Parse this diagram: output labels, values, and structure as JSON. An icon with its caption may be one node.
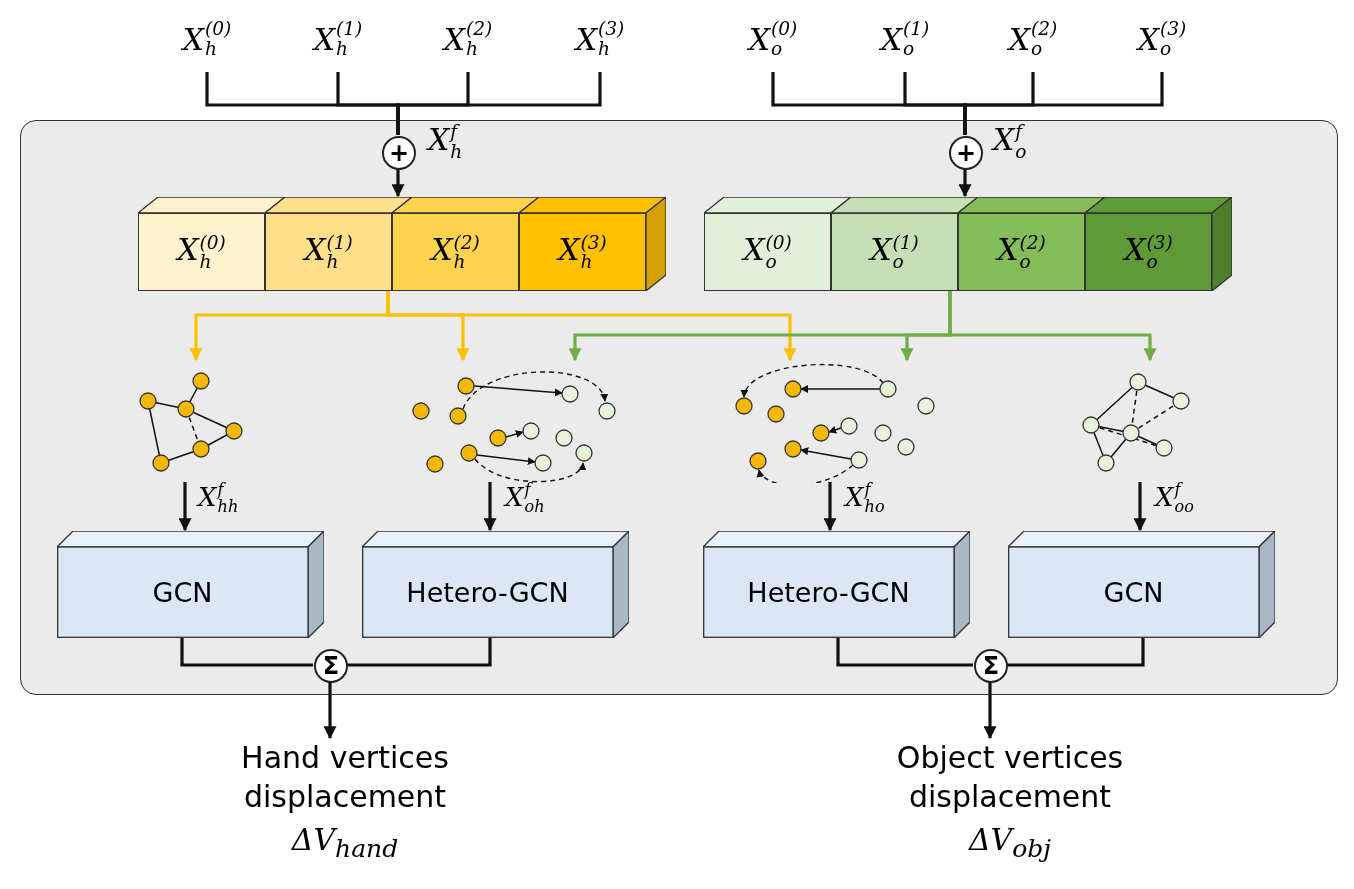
{
  "diagram": {
    "nodes": [
      {
        "text": [],
        "shape": "box"
      },
      {
        "text": [
          "X$_{h}$$^{(0)}$"
        ]
      },
      {
        "text": [
          "X$_{h}$$^{(1)}$"
        ]
      },
      {
        "text": [
          "X$_{h}$$^{(2)}$"
        ]
      },
      {
        "text": [
          "X$_{h}$$^{(3)}$"
        ]
      },
      {
        "text": [
          "X$_{o}$$^{(0)}$"
        ]
      },
      {
        "text": [
          "X$_{o}$$^{(1)}$"
        ]
      },
      {
        "text": [
          "X$_{o}$$^{(2)}$"
        ]
      },
      {
        "text": [
          "X$_{o}$$^{(3)}$"
        ]
      },
      {
        "text": [
          "+"
        ],
        "in": 0,
        "beside": [
          "X$_{h}$$^{f}$"
        ]
      },
      {
        "text": [
          "+"
        ],
        "in": 0,
        "beside": [
          "X$_{o}$$^{f}$"
        ]
      },
      {
        "text": [],
        "shape": "bar",
        "in": 0
      },
      {
        "text": [
          "X$_{h}$$^{(0)}$"
        ],
        "in": 11
      },
      {
        "text": [
          "X$_{h}$$^{(1)}$"
        ],
        "in": 11
      },
      {
        "text": [
          "X$_{h}$$^{(2)}$"
        ],
        "in": 11
      },
      {
        "text": [
          "X$_{h}$$^{(3)}$"
        ],
        "in": 11
      },
      {
        "text": [],
        "shape": "bar",
        "in": 0
      },
      {
        "text": [
          "X$_{o}$$^{(0)}$"
        ],
        "in": 16
      },
      {
        "text": [
          "X$_{o}$$^{(1)}$"
        ],
        "in": 16
      },
      {
        "text": [
          "X$_{o}$$^{(2)}$"
        ],
        "in": 16
      },
      {
        "text": [
          "X$_{o}$$^{(3)}$"
        ],
        "in": 16
      },
      {
        "text": [],
        "shape": "picture",
        "in": 0
      },
      {
        "text": [],
        "shape": "picture",
        "in": 0
      },
      {
        "text": [],
        "shape": "picture",
        "in": 0
      },
      {
        "text": [],
        "shape": "picture",
        "in": 0
      },
      {
        "text": [
          "GCN"
        ],
        "in": 0
      },
      {
        "text": [
          "Hetero-GCN"
        ],
        "in": 0
      },
      {
        "text": [
          "Hetero-GCN"
        ],
        "in": 0
      },
      {
        "text": [
          "GCN"
        ],
        "in": 0
      },
      {
        "text": [
          "Σ"
        ],
        "in": 0
      },
      {
        "text": [
          "Σ"
        ],
        "in": 0
      },
      {
        "text": [
          "Hand vertices displacement",
          "ΔV$_{hand}$"
        ]
      },
      {
        "text": [
          "Object vertices displacement",
          "ΔV$_{obj}$"
        ]
      }
    ],
    "edges": [
      {
        "from": 1,
        "to": 9,
        "arrow": "none"
      },
      {
        "from": 2,
        "to": 9,
        "arrow": "none"
      },
      {
        "from": 3,
        "to": 9,
        "arrow": "none"
      },
      {
        "from": 4,
        "to": 9,
        "arrow": "none"
      },
      {
        "from": 5,
        "to": 10,
        "arrow": "none"
      },
      {
        "from": 6,
        "to": 10,
        "arrow": "none"
      },
      {
        "from": 7,
        "to": 10,
        "arrow": "none"
      },
      {
        "from": 8,
        "to": 10,
        "arrow": "none"
      },
      {
        "from": 9,
        "to": 11,
        "arrow": "to"
      },
      {
        "from": 10,
        "to": 16,
        "arrow": "to"
      },
      {
        "from": 11,
        "to": 21,
        "arrow": "to",
        "color": "#ffc000"
      },
      {
        "from": 11,
        "to": 22,
        "arrow": "to",
        "color": "#ffc000"
      },
      {
        "from": 11,
        "to": 23,
        "arrow": "to",
        "color": "#ffc000"
      },
      {
        "from": 16,
        "to": 22,
        "arrow": "to",
        "color": "#70ad47"
      },
      {
        "from": 16,
        "to": 23,
        "arrow": "to",
        "color": "#70ad47"
      },
      {
        "from": 16,
        "to": 24,
        "arrow": "to",
        "color": "#70ad47"
      },
      {
        "from": 21,
        "to": 25,
        "arrow": "to",
        "label": "X$_{hh}$$^{f}$"
      },
      {
        "from": 22,
        "to": 26,
        "arrow": "to",
        "label": "X$_{oh}$$^{f}$"
      },
      {
        "from": 23,
        "to": 27,
        "arrow": "to",
        "label": "X$_{ho}$$^{f}$"
      },
      {
        "from": 24,
        "to": 28,
        "arrow": "to",
        "label": "X$_{oo}$$^{f}$"
      },
      {
        "from": 25,
        "to": 29,
        "arrow": "none"
      },
      {
        "from": 26,
        "to": 29,
        "arrow": "none"
      },
      {
        "from": 27,
        "to": 30,
        "arrow": "none"
      },
      {
        "from": 28,
        "to": 30,
        "arrow": "none"
      },
      {
        "from": 29,
        "to": 31,
        "arrow": "to"
      },
      {
        "from": 30,
        "to": 32,
        "arrow": "to"
      }
    ]
  }
}
